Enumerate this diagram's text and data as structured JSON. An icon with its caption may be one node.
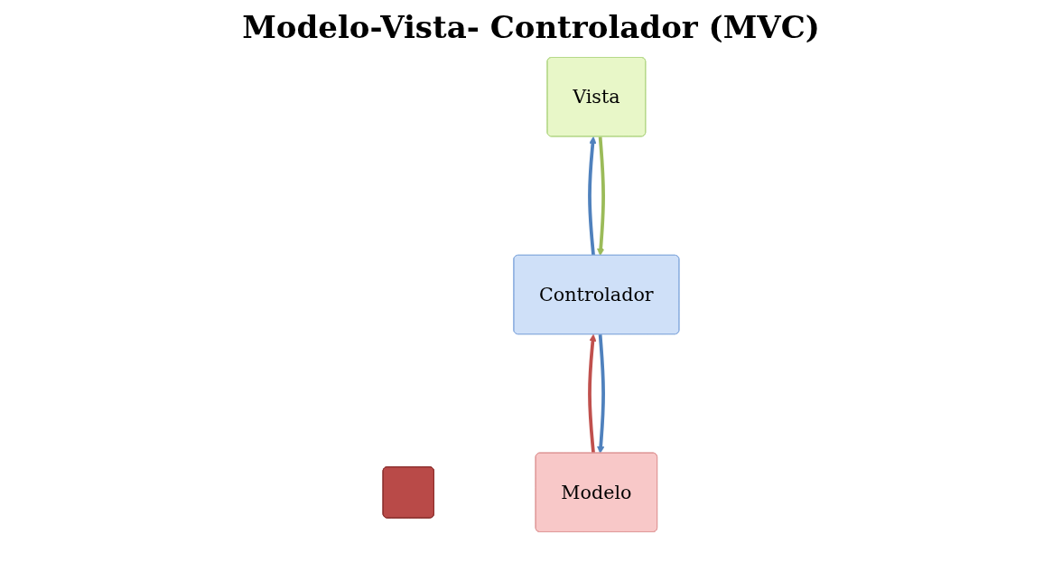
{
  "diagram": {
    "title": "Modelo-Vista- Controlador (MVC)",
    "nodes": [
      {
        "text": [],
        "shape": "box"
      },
      {
        "text": [
          "Modelo"
        ]
      },
      {
        "text": [
          "Vista"
        ]
      },
      {
        "text": [
          "Controlador"
        ]
      }
    ],
    "edges": [
      {
        "from": 3,
        "to": 1,
        "arrow": "to"
      },
      {
        "from": 1,
        "to": 3,
        "arrow": "to",
        "color": "#c0504d"
      },
      {
        "from": 3,
        "to": 2,
        "arrow": "to"
      },
      {
        "from": 2,
        "to": 3,
        "arrow": "to",
        "color": "#9bbb59"
      }
    ]
  }
}
